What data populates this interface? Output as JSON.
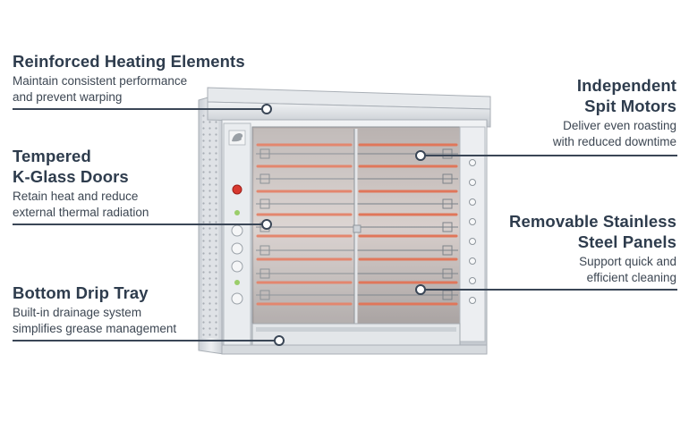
{
  "colors": {
    "heading": "#2e3c4d",
    "body_text": "#3c4652",
    "leader_line": "#3a4656",
    "heating_element": "#e0765a",
    "steel": "#d3d7dc"
  },
  "callouts": {
    "heating": {
      "title": "Reinforced Heating Elements",
      "lines": [
        "Maintain consistent performance",
        "and prevent warping"
      ]
    },
    "glass": {
      "title_lines": [
        "Tempered",
        "K-Glass Doors"
      ],
      "lines": [
        "Retain heat and reduce",
        "external thermal radiation"
      ]
    },
    "tray": {
      "title": "Bottom Drip Tray",
      "lines": [
        "Built-in drainage system",
        "simplifies grease management"
      ]
    },
    "motors": {
      "title_lines": [
        "Independent",
        "Spit Motors"
      ],
      "lines": [
        "Deliver even roasting",
        "with reduced downtime"
      ]
    },
    "panels": {
      "title_lines": [
        "Removable Stainless",
        "Steel Panels"
      ],
      "lines": [
        "Support quick and",
        "efficient cleaning"
      ]
    }
  },
  "icons": {
    "logo": "chicken-logo-icon",
    "power": "power-indicator-icon",
    "knobs": "control-knob-icon",
    "spit_switches": "spit-switch-icon"
  }
}
